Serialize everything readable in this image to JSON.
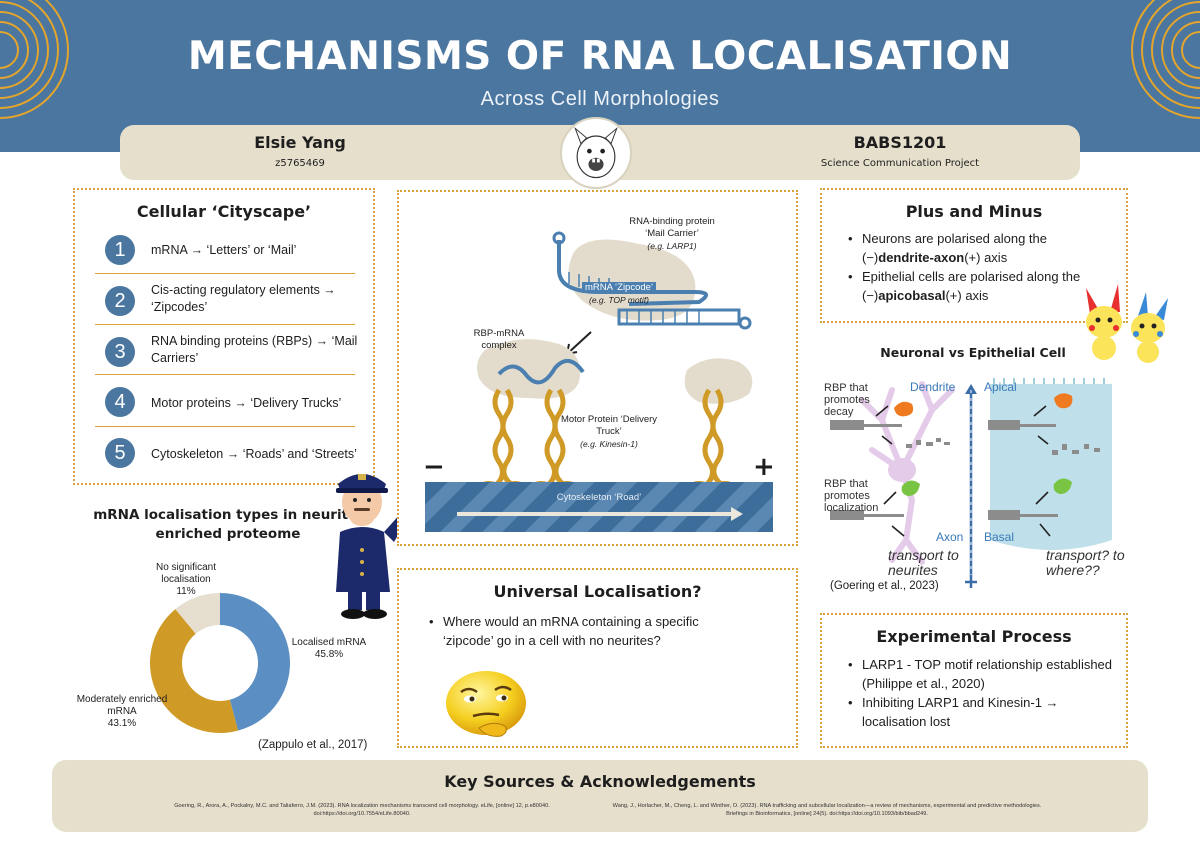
{
  "header": {
    "title": "MECHANISMS OF RNA LOCALISATION",
    "subtitle": "Across Cell Morphologies"
  },
  "author": {
    "name": "Elsie Yang",
    "id": "z5765469"
  },
  "course": {
    "code": "BABS1201",
    "project": "Science Communication Project"
  },
  "cityscape": {
    "title": "Cellular ‘Cityscape’",
    "items": [
      {
        "num": "1",
        "text": "mRNA → ‘Letters’ or ‘Mail’"
      },
      {
        "num": "2",
        "text": "Cis-acting regulatory elements → ‘Zipcodes’"
      },
      {
        "num": "3",
        "text": "RNA binding proteins (RBPs) → ‘Mail Carriers’"
      },
      {
        "num": "4",
        "text": "Motor proteins → ‘Delivery Trucks’"
      },
      {
        "num": "5",
        "text": "Cytoskeleton → ‘Roads’ and ‘Streets’"
      }
    ]
  },
  "donut": {
    "title": "mRNA localisation types in neurite-enriched proteome",
    "citation": "(Zappulo et al., 2017)"
  },
  "chart_data": {
    "type": "pie",
    "title": "mRNA localisation types in neurite-enriched proteome",
    "categories": [
      "Localised mRNA",
      "Moderately enriched mRNA",
      "No significant localisation"
    ],
    "values": [
      45.8,
      43.1,
      11
    ],
    "labels": [
      "45.8%",
      "43.1%",
      "11%"
    ],
    "colors": [
      "#5b8fc4",
      "#cf9a26",
      "#e6dfcf"
    ]
  },
  "diagram": {
    "rbp_label": "RNA-binding protein ‘Mail Carrier’",
    "rbp_example": "(e.g. LARP1)",
    "zipcode_label": "mRNA ‘Zipcode’",
    "zipcode_example": "(e.g. TOP motif)",
    "complex_label": "RBP-mRNA complex",
    "motor_label": "Motor Protein ‘Delivery Truck’",
    "motor_example": "(e.g. Kinesin-1)",
    "minus": "−",
    "plus": "+",
    "road_label": "Cytoskeleton ‘Road’"
  },
  "universal": {
    "title": "Universal Localisation?",
    "bullet": "Where would an mRNA containing a specific ‘zipcode’ go in a cell with no neurites?"
  },
  "plusminus": {
    "title": "Plus and Minus",
    "b1_pre": "Neurons are polarised along the (−)",
    "b1_bold": "dendrite-axon",
    "b1_post": "(+) axis",
    "b2_pre": "Epithelial cells are polarised along the (−)",
    "b2_bold": "apicobasal",
    "b2_post": "(+) axis"
  },
  "neuron_epithelial": {
    "title": "Neuronal vs Epithelial Cell",
    "rbp_decay": "RBP that promotes decay",
    "rbp_local": "RBP that promotes localization",
    "dendrite": "Dendrite",
    "axon": "Axon",
    "apical": "Apical",
    "basal": "Basal",
    "transport_neurites": "transport to neurites",
    "transport_where": "transport? to where??",
    "citation": "(Goering et al., 2023)"
  },
  "experimental": {
    "title": "Experimental Process",
    "bullets": [
      "LARP1 - TOP motif relationship established (Philippe et al., 2020)",
      "Inhibiting LARP1 and Kinesin-1 → localisation lost"
    ]
  },
  "footer": {
    "title": "Key Sources & Acknowledgements",
    "ref1": "Goering, R., Arora, A., Pockalny, M.C. and Taliaferro, J.M. (2023). RNA localization mechanisms transcend cell morphology. eLife, [online] 12, p.e80040. doi:https://doi.org/10.7554/eLife.80040.",
    "ref2": "Wang, J., Horlacher, M., Cheng, L. and Winther, O. (2023). RNA trafficking and subcellular localization—a review of mechanisms, experimental and predictive methodologies. Briefings in Bioinformatics, [online] 24(5). doi:https://doi.org/10.1093/bib/bbad249."
  }
}
